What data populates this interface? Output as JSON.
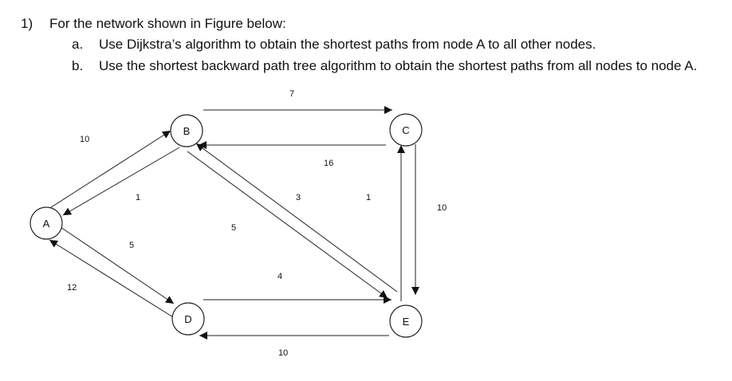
{
  "question": {
    "number": "1)",
    "text": "For the network shown in Figure below:",
    "parts": [
      {
        "label": "a.",
        "text": "Use Dijkstra’s algorithm to obtain the shortest paths from node A to all other nodes."
      },
      {
        "label": "b.",
        "text": "Use the shortest backward path tree algorithm to obtain the shortest paths from all nodes to node A."
      }
    ]
  },
  "graph": {
    "nodes": [
      {
        "id": "A",
        "label": "A"
      },
      {
        "id": "B",
        "label": "B"
      },
      {
        "id": "C",
        "label": "C"
      },
      {
        "id": "D",
        "label": "D"
      },
      {
        "id": "E",
        "label": "E"
      }
    ],
    "edges": [
      {
        "from": "A",
        "to": "B",
        "weight": "10"
      },
      {
        "from": "B",
        "to": "A",
        "weight": "1"
      },
      {
        "from": "A",
        "to": "D",
        "weight": "5"
      },
      {
        "from": "D",
        "to": "A",
        "weight": "12"
      },
      {
        "from": "B",
        "to": "C",
        "weight": "7"
      },
      {
        "from": "C",
        "to": "B",
        "weight": "16"
      },
      {
        "from": "B",
        "to": "E",
        "weight": "5"
      },
      {
        "from": "E",
        "to": "B",
        "weight": "3"
      },
      {
        "from": "C",
        "to": "E",
        "weight": "10"
      },
      {
        "from": "E",
        "to": "C",
        "weight": "1"
      },
      {
        "from": "D",
        "to": "E",
        "weight": "4"
      },
      {
        "from": "E",
        "to": "D",
        "weight": "10"
      }
    ]
  }
}
